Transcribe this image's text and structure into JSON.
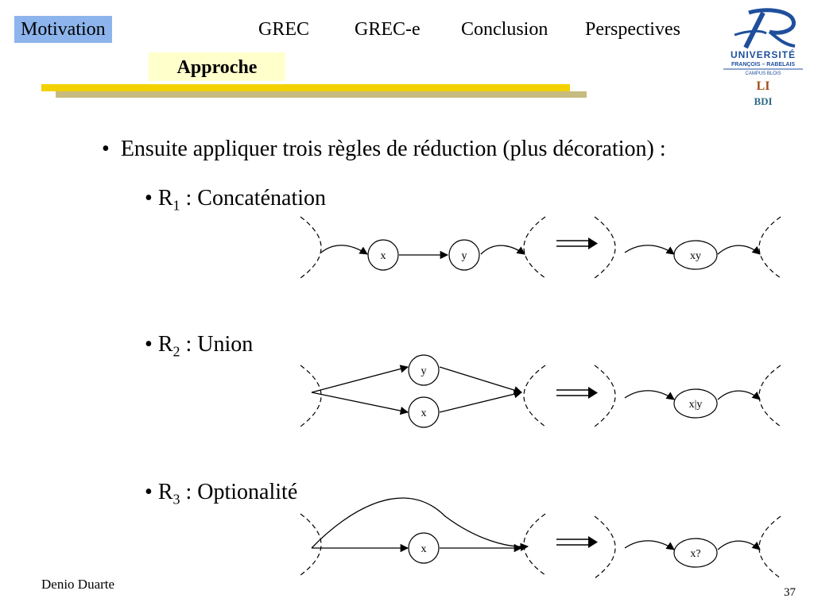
{
  "nav": {
    "items": [
      "Motivation",
      "GREC",
      "GREC-e",
      "Conclusion",
      "Perspectives"
    ],
    "active": "Motivation",
    "sub_item": "Approche"
  },
  "logo": {
    "line1": "UNIVERSITÉ",
    "line2": "FRANÇOIS – RABELAIS",
    "line3": "CAMPUS BLOIS",
    "lab1": "LI",
    "lab2": "BDI"
  },
  "slide": {
    "bullet": "Ensuite appliquer trois règles de réduction (plus décoration) :",
    "rules": [
      {
        "letter": "R",
        "index": "1",
        "text": " : Concaténation"
      },
      {
        "letter": "R",
        "index": "2",
        "text": " : Union"
      },
      {
        "letter": "R",
        "index": "3",
        "text": " : Optionalité"
      }
    ]
  },
  "diagrams": {
    "r1": {
      "left_nodes": [
        "x",
        "y"
      ],
      "result": "xy"
    },
    "r2": {
      "left_nodes": [
        "y",
        "x"
      ],
      "result": "x|y"
    },
    "r3": {
      "left_nodes": [
        "x"
      ],
      "result": "x?"
    }
  },
  "colors": {
    "nav_active": "#8db4ec",
    "sub_bg": "#ffffcc",
    "bar_yellow": "#f3d100",
    "bar_olive": "#c6bb81",
    "logo_blue": "#1f4f9c"
  },
  "footer": {
    "author": "Denio Duarte",
    "page": "37"
  }
}
